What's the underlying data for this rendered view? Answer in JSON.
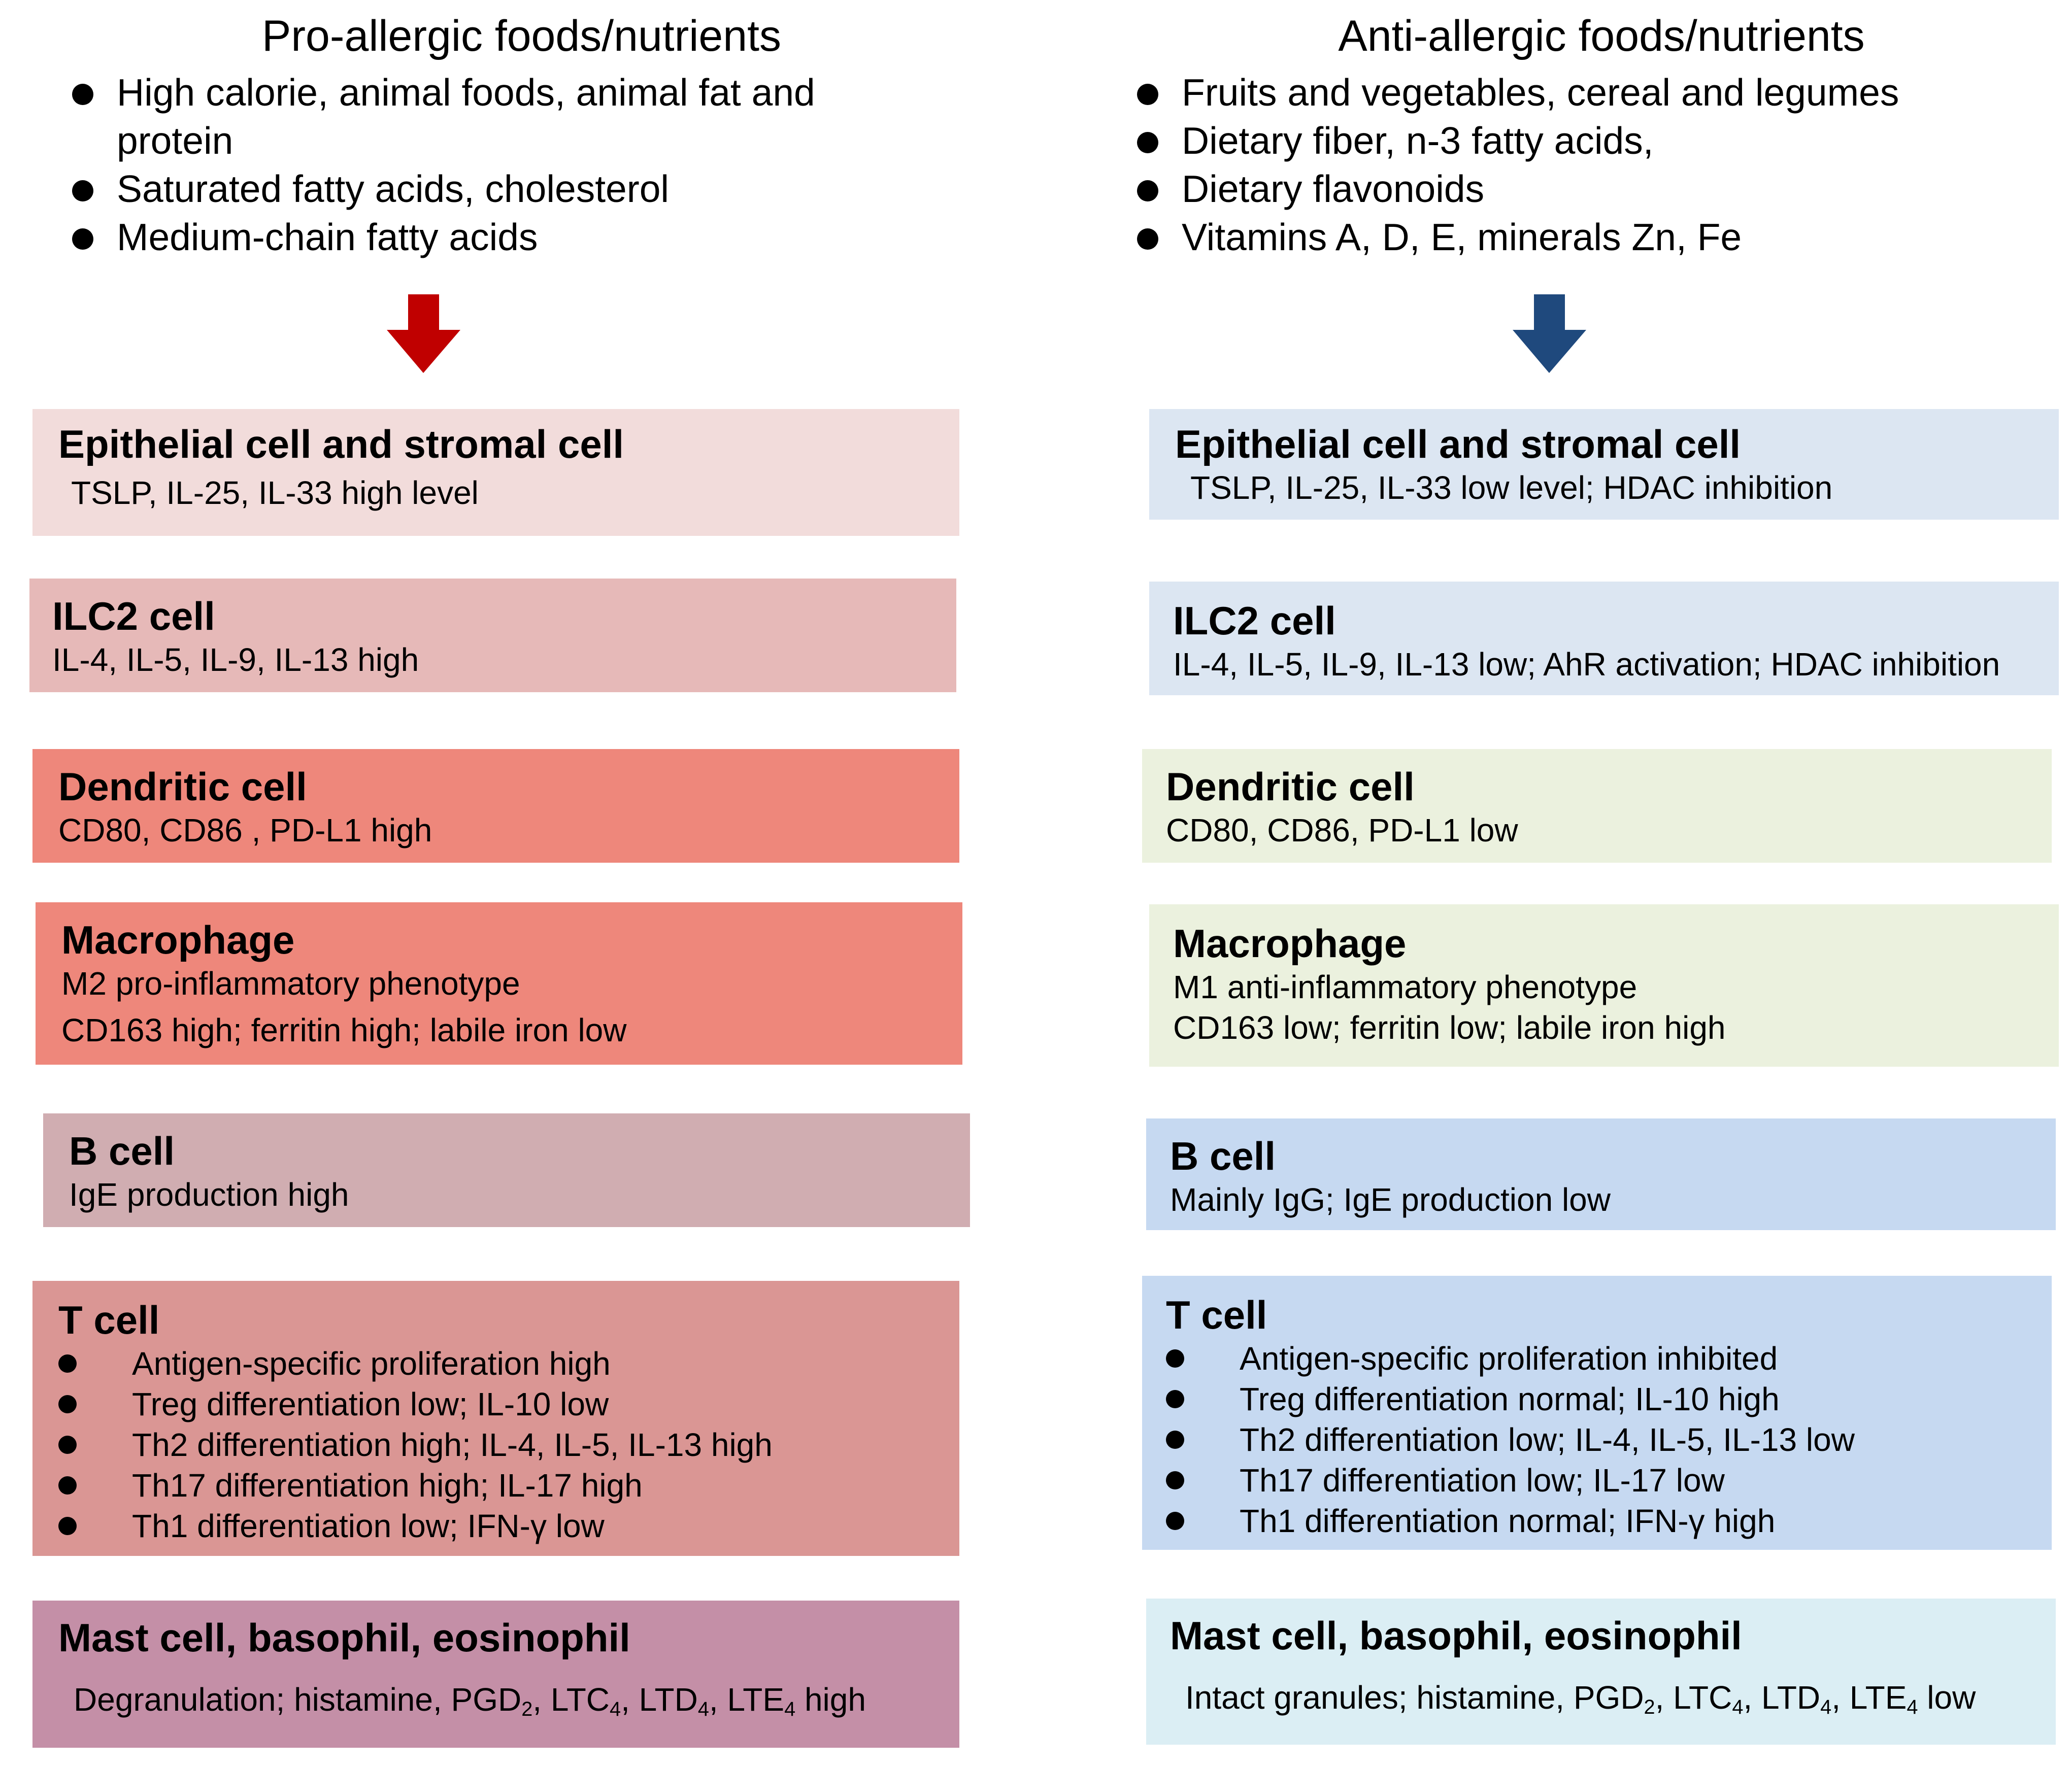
{
  "left": {
    "title": "Pro-allergic foods/nutrients",
    "bullets": [
      "High calorie, animal foods, animal fat and protein",
      "Saturated fatty acids, cholesterol",
      "Medium-chain fatty acids"
    ],
    "arrow_color": "#c00000",
    "boxes": {
      "epithelial": {
        "title": "Epithelial cell and stromal cell",
        "lines": [
          "TSLP, IL-25, IL-33 high  level"
        ],
        "color": "#f2dcdb"
      },
      "ilc2": {
        "title": "ILC2 cell",
        "lines": [
          "IL-4, IL-5, IL-9, IL-13 high"
        ],
        "color": "#e6b9b8"
      },
      "dendritic": {
        "title": "Dendritic cell",
        "lines": [
          "CD80, CD86 , PD-L1 high"
        ],
        "color": "#ee877b"
      },
      "macrophage": {
        "title": "Macrophage",
        "lines": [
          "M2 pro-inflammatory phenotype",
          "CD163 high;  ferritin high;  labile iron low"
        ],
        "color": "#ee877b"
      },
      "bcell": {
        "title": "B cell",
        "lines": [
          "IgE production high"
        ],
        "color": "#d0adb1"
      },
      "tcell": {
        "title": "T cell",
        "bullets": [
          "Antigen-specific proliferation high",
          "Treg differentiation low;   IL-10 low",
          "Th2 differentiation high; IL-4, IL-5,   IL-13 high",
          "Th17 differentiation high;   IL-17 high",
          "Th1 differentiation low; IFN-γ  low"
        ],
        "color": "#da9694"
      },
      "mast": {
        "title": "Mast cell, basophil, eosinophil",
        "line": {
          "prefix": "Degranulation; histamine, PGD",
          "s1": "2",
          "m1": ", LTC",
          "s2": "4",
          "m2": ",   LTD",
          "s3": "4",
          "m3": ", LTE",
          "s4": "4",
          "suffix": " high"
        },
        "color": "#c48fa7"
      }
    }
  },
  "right": {
    "title": "Anti-allergic foods/nutrients",
    "bullets": [
      "Fruits and vegetables, cereal and legumes",
      "Dietary fiber, n-3 fatty acids,",
      "Dietary flavonoids",
      "Vitamins A, D, E, minerals Zn, Fe"
    ],
    "arrow_color": "#1f497d",
    "boxes": {
      "epithelial": {
        "title": "Epithelial cell and stromal cell",
        "lines": [
          "TSLP, IL-25, IL-33 low level; HDAC  inhibition"
        ],
        "color": "#dce6f2"
      },
      "ilc2": {
        "title": "ILC2 cell",
        "lines": [
          "IL-4, IL-5, IL-9, IL-13 low;  AhR  activation; HDAC  inhibition"
        ],
        "color": "#dce6f2"
      },
      "dendritic": {
        "title": "Dendritic cell",
        "lines": [
          "CD80, CD86, PD-L1 low"
        ],
        "color": "#ebf1de"
      },
      "macrophage": {
        "title": "Macrophage",
        "lines": [
          "M1  anti-inflammatory phenotype",
          "CD163 low;  ferritin low;  labile iron high"
        ],
        "color": "#ebf1de"
      },
      "bcell": {
        "title": "B cell",
        "lines": [
          "Mainly IgG;  IgE production low"
        ],
        "color": "#c6d9f1"
      },
      "tcell": {
        "title": "T cell",
        "bullets": [
          "Antigen-specific proliferation inhibited",
          "Treg differentiation normal;   IL-10 high",
          "Th2 differentiation low; IL-4, IL-5,   IL-13  low",
          "Th17 differentiation low; IL-17  low",
          "Th1 differentiation normal;  IFN-γ   high"
        ],
        "color": "#c6d9f1"
      },
      "mast": {
        "title": "Mast cell, basophil, eosinophil",
        "line": {
          "prefix": "Intact granules; histamine, PGD",
          "s1": "2",
          "m1": ", LTC",
          "s2": "4",
          "m2": ", LTD",
          "s3": "4",
          "m3": ", LTE",
          "s4": "4",
          "suffix": " low"
        },
        "color": "#dbeef4"
      }
    }
  }
}
